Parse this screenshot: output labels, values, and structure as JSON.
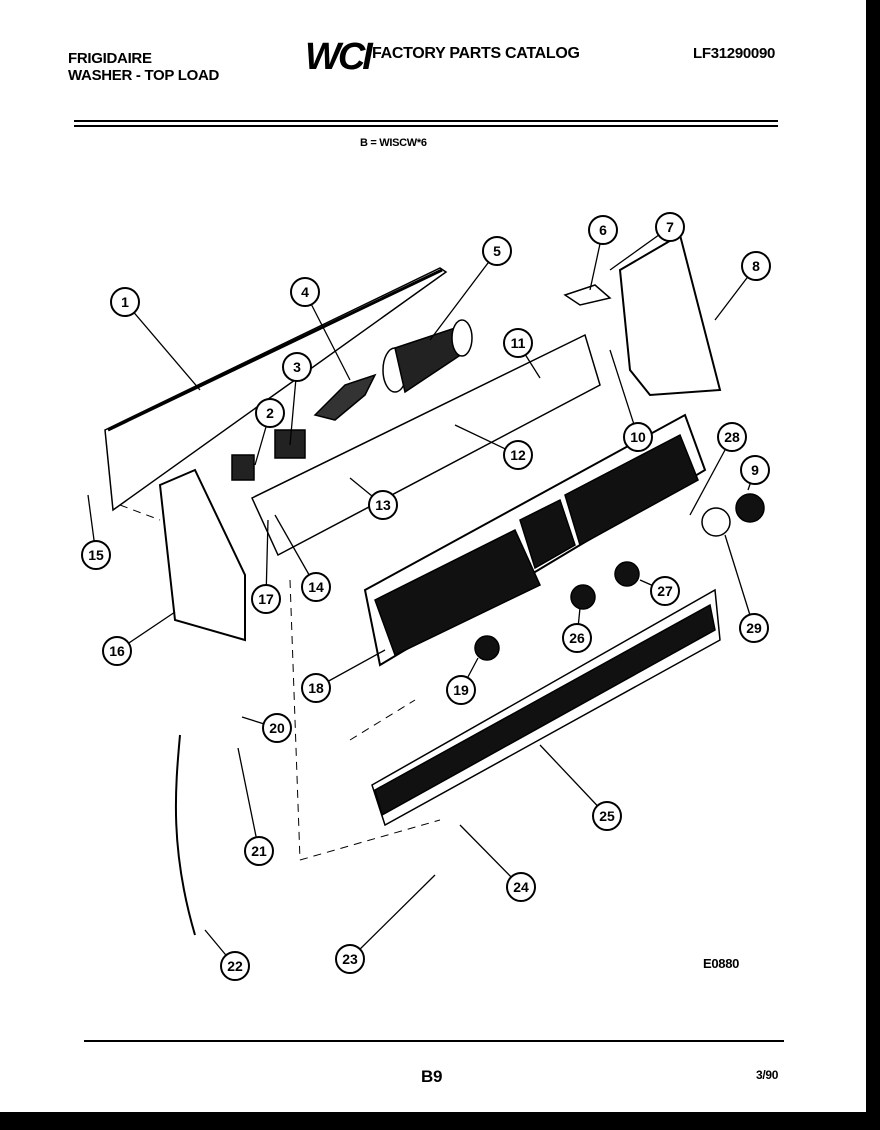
{
  "header": {
    "brand": "FRIGIDAIRE",
    "product": "WASHER - TOP LOAD",
    "logo": "WCI",
    "catalog_title": "FACTORY PARTS CATALOG",
    "part_number": "LF31290090"
  },
  "variant_note": "B = WISCW*6",
  "diagram_code": "E0880",
  "footer": {
    "page": "B9",
    "date": "3/90"
  },
  "callouts": [
    "1",
    "2",
    "3",
    "4",
    "5",
    "6",
    "7",
    "8",
    "9",
    "10",
    "11",
    "12",
    "13",
    "14",
    "15",
    "16",
    "17",
    "18",
    "19",
    "20",
    "21",
    "22",
    "23",
    "24",
    "25",
    "26",
    "27",
    "28",
    "29"
  ]
}
